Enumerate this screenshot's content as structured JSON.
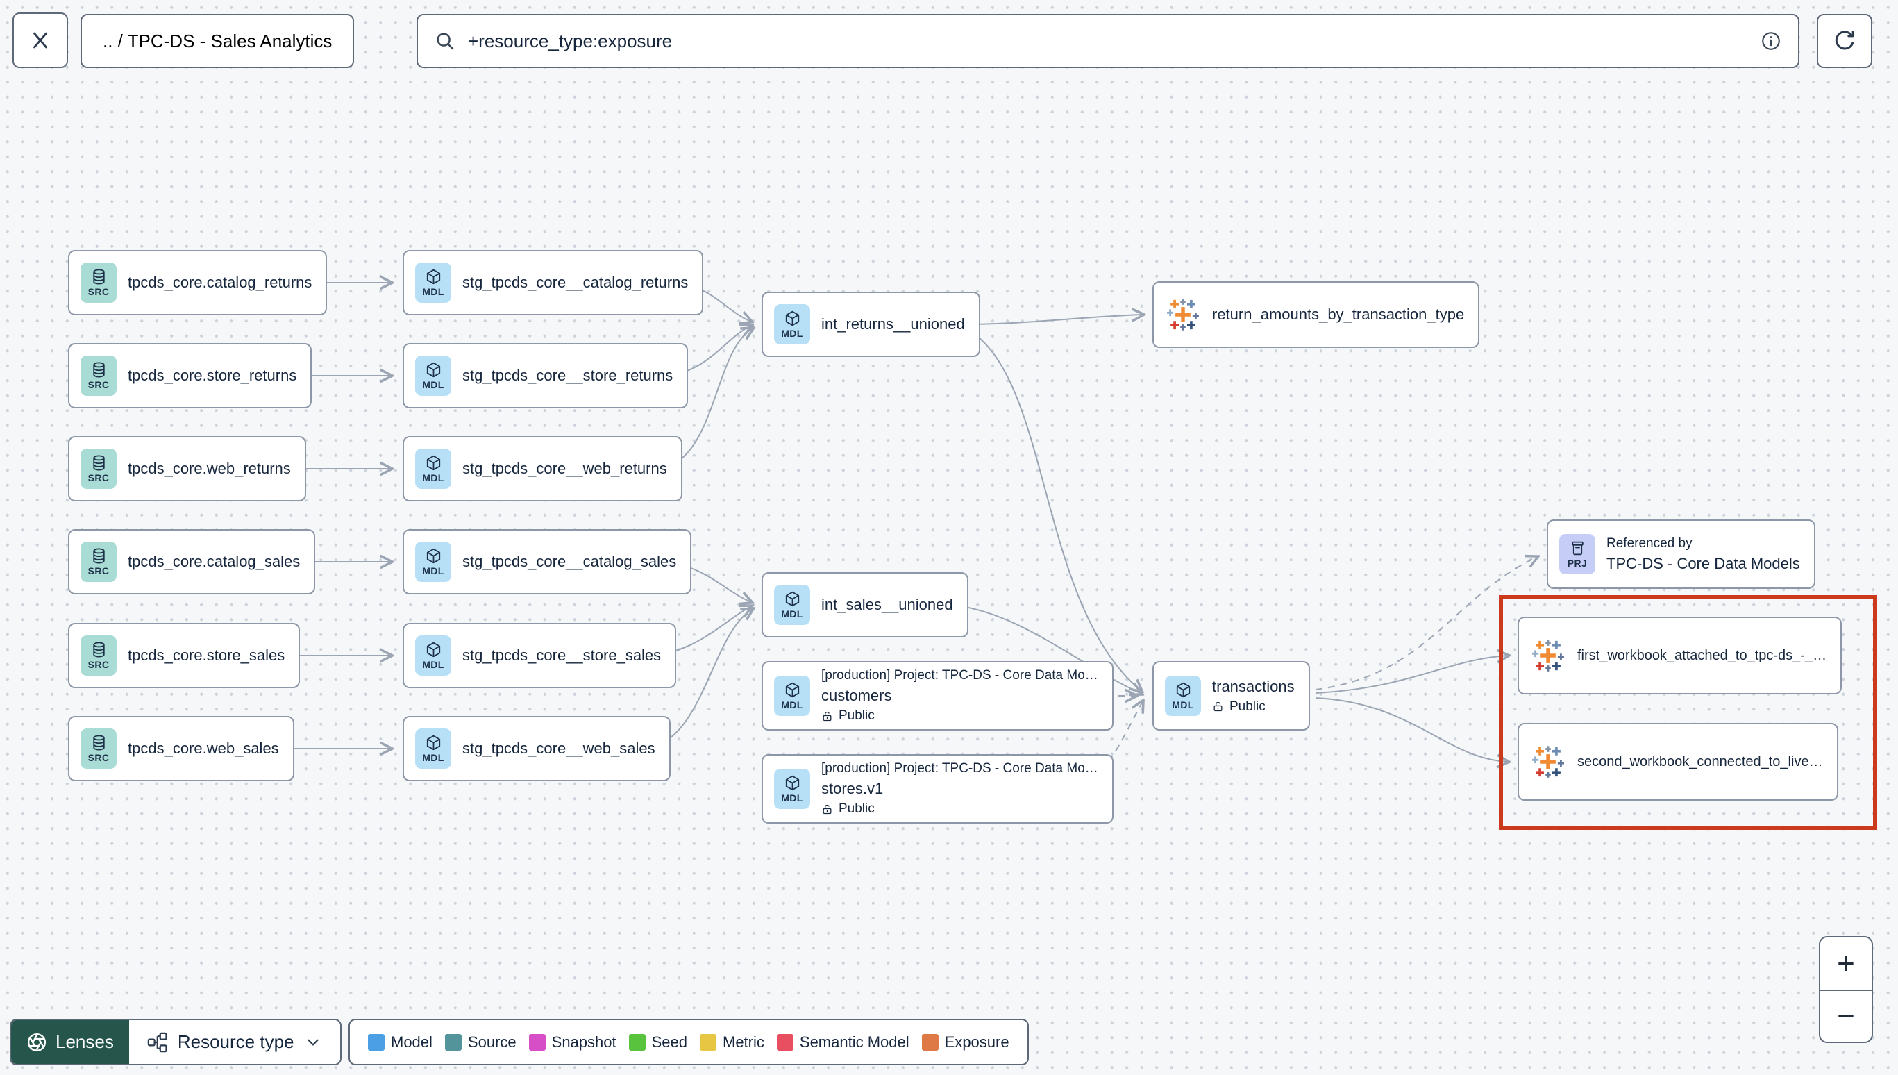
{
  "toolbar": {
    "breadcrumb": ".. / TPC-DS - Sales Analytics",
    "search": {
      "value": "+resource_type:exposure"
    }
  },
  "badges": {
    "source": "SRC",
    "model": "MDL",
    "project": "PRJ"
  },
  "nodes": {
    "src_catalog_returns": {
      "label": "tpcds_core.catalog_returns"
    },
    "src_store_returns": {
      "label": "tpcds_core.store_returns"
    },
    "src_web_returns": {
      "label": "tpcds_core.web_returns"
    },
    "src_catalog_sales": {
      "label": "tpcds_core.catalog_sales"
    },
    "src_store_sales": {
      "label": "tpcds_core.store_sales"
    },
    "src_web_sales": {
      "label": "tpcds_core.web_sales"
    },
    "stg_catalog_returns": {
      "label": "stg_tpcds_core__catalog_returns"
    },
    "stg_store_returns": {
      "label": "stg_tpcds_core__store_returns"
    },
    "stg_web_returns": {
      "label": "stg_tpcds_core__web_returns"
    },
    "stg_catalog_sales": {
      "label": "stg_tpcds_core__catalog_sales"
    },
    "stg_store_sales": {
      "label": "stg_tpcds_core__store_sales"
    },
    "stg_web_sales": {
      "label": "stg_tpcds_core__web_sales"
    },
    "int_returns": {
      "label": "int_returns__unioned"
    },
    "int_sales": {
      "label": "int_sales__unioned"
    },
    "exposure_returns": {
      "label": "return_amounts_by_transaction_type"
    },
    "customers": {
      "context": "[production] Project: TPC-DS - Core Data Mo…",
      "label": "customers",
      "access": "Public"
    },
    "stores": {
      "context": "[production] Project: TPC-DS - Core Data Mo…",
      "label": "stores.v1",
      "access": "Public"
    },
    "transactions": {
      "label": "transactions",
      "access": "Public"
    },
    "referenced_by": {
      "title": "Referenced by",
      "label": "TPC-DS - Core Data Models"
    },
    "workbook_first": {
      "label": "first_workbook_attached_to_tpc-ds_-_…"
    },
    "workbook_second": {
      "label": "second_workbook_connected_to_live…"
    }
  },
  "legend": {
    "items": [
      {
        "label": "Model",
        "color": "#4b9fe4"
      },
      {
        "label": "Source",
        "color": "#53949b"
      },
      {
        "label": "Snapshot",
        "color": "#d64fc7"
      },
      {
        "label": "Seed",
        "color": "#5ac33e"
      },
      {
        "label": "Metric",
        "color": "#e6c643"
      },
      {
        "label": "Semantic Model",
        "color": "#e84f60"
      },
      {
        "label": "Exposure",
        "color": "#de7844"
      }
    ]
  },
  "controls": {
    "lenses": "Lenses",
    "resource_type": "Resource type",
    "zoom_in": "+",
    "zoom_out": "−"
  },
  "highlight": {
    "color": "#cc3a1d"
  }
}
